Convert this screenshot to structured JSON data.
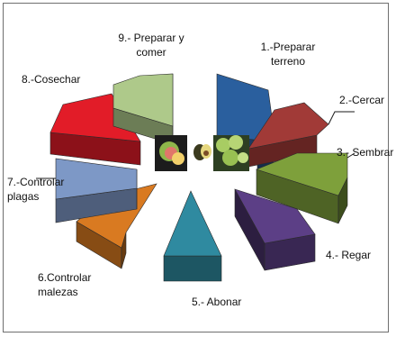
{
  "colors": {
    "frame": "#6f6f6f",
    "line": "#1a1a1a",
    "segments": [
      "#2a5f9e",
      "#a13a37",
      "#7ea03b",
      "#5c3f86",
      "#2f8aa0",
      "#d97a21",
      "#7d98c6",
      "#e21c28",
      "#aec98a"
    ]
  },
  "steps": [
    {
      "label": "1.-Preparar\nterreno"
    },
    {
      "label": "2.-Cercar"
    },
    {
      "label": "3.- Sembrar"
    },
    {
      "label": "4.- Regar"
    },
    {
      "label": "5.- Abonar"
    },
    {
      "label": "6.Controlar\nmalezas"
    },
    {
      "label": "7.-Controlar\nplagas"
    },
    {
      "label": "8.-Cosechar"
    },
    {
      "label": "9.- Preparar  y\ncomer"
    }
  ],
  "center_images": [
    "guava-fruit-photo",
    "avocado-photo",
    "lime-cluster-photo"
  ]
}
